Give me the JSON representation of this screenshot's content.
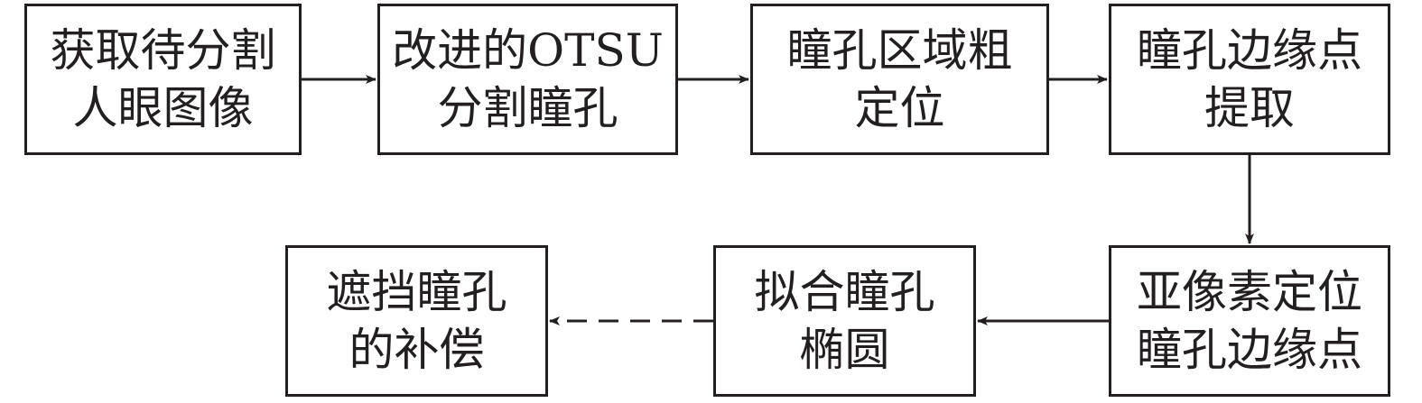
{
  "colors": {
    "stroke": "#231f20",
    "background": "#ffffff"
  },
  "nodes": [
    {
      "id": "n1",
      "lines": [
        "获取待分割",
        "人眼图像"
      ]
    },
    {
      "id": "n2",
      "lines": [
        "改进的OTSU",
        "分割瞳孔"
      ]
    },
    {
      "id": "n3",
      "lines": [
        "瞳孔区域粗",
        "定位"
      ]
    },
    {
      "id": "n4",
      "lines": [
        "瞳孔边缘点",
        "提取"
      ]
    },
    {
      "id": "n5",
      "lines": [
        "亚像素定位",
        "瞳孔边缘点"
      ]
    },
    {
      "id": "n6",
      "lines": [
        "拟合瞳孔",
        "椭圆"
      ]
    },
    {
      "id": "n7",
      "lines": [
        "遮挡瞳孔",
        "的补偿"
      ]
    }
  ],
  "edges": [
    {
      "from": "n1",
      "to": "n2",
      "style": "solid"
    },
    {
      "from": "n2",
      "to": "n3",
      "style": "solid"
    },
    {
      "from": "n3",
      "to": "n4",
      "style": "solid"
    },
    {
      "from": "n4",
      "to": "n5",
      "style": "solid"
    },
    {
      "from": "n5",
      "to": "n6",
      "style": "solid"
    },
    {
      "from": "n6",
      "to": "n7",
      "style": "dashed"
    }
  ]
}
